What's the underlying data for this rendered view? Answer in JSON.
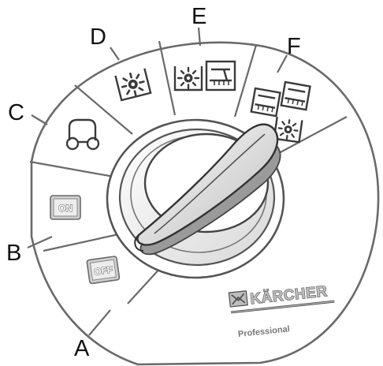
{
  "callouts": {
    "a": "A",
    "b": "B",
    "c": "C",
    "d": "D",
    "e": "E",
    "f": "F"
  },
  "positions": {
    "a_label": "OFF",
    "b_label": "ON",
    "c_icon": "vehicle-icon",
    "d_icon": "rotating-brush-icon",
    "e_icons": [
      "rotating-brush-icon",
      "sweeper-icon"
    ],
    "f_icons": [
      "sweeper-icon",
      "sweeper-icon",
      "rotating-brush-icon"
    ]
  },
  "brand": {
    "logo": "KÄRCHER",
    "tagline": "Professional"
  },
  "colors": {
    "ink": "#3a3a3a",
    "panel": "#ffffff",
    "badge": "#cfcfcf",
    "shadow": "#6a6a6a"
  }
}
